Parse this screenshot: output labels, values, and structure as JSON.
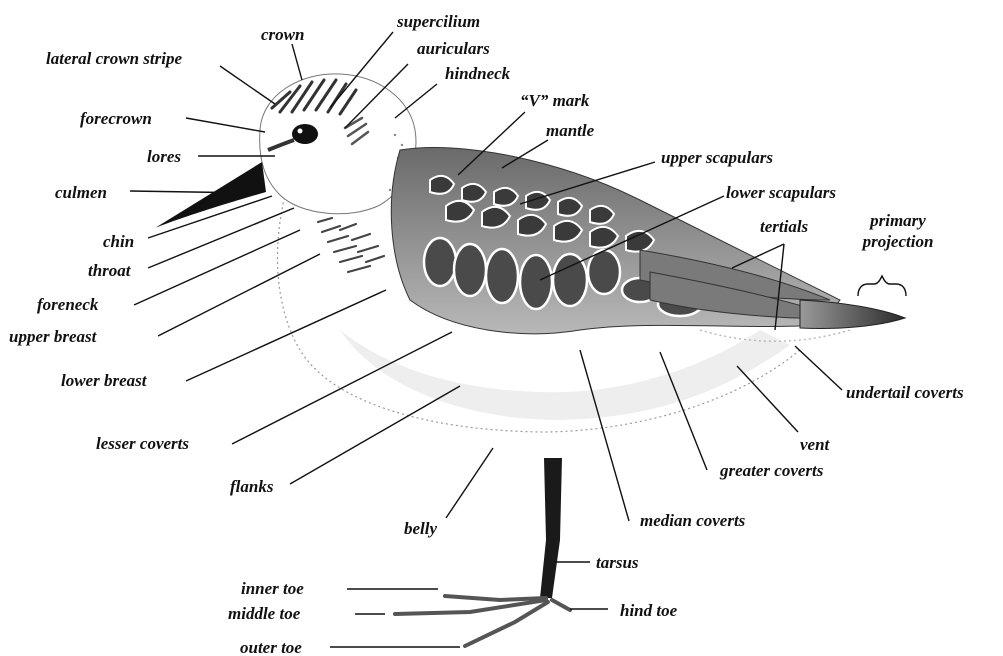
{
  "diagram": {
    "colors": {
      "ink": "#111111",
      "background": "#ffffff"
    },
    "labels": {
      "crown": "crown",
      "supercilium": "supercilium",
      "lateral_crown_stripe": "lateral crown stripe",
      "auriculars": "auriculars",
      "hindneck": "hindneck",
      "forecrown": "forecrown",
      "v_mark": "“V” mark",
      "mantle": "mantle",
      "lores": "lores",
      "upper_scapulars": "upper scapulars",
      "culmen": "culmen",
      "lower_scapulars": "lower scapulars",
      "tertials": "tertials",
      "primary_projection_line1": "primary",
      "primary_projection_line2": "projection",
      "chin": "chin",
      "throat": "throat",
      "foreneck": "foreneck",
      "upper_breast": "upper breast",
      "lower_breast": "lower breast",
      "undertail_coverts": "undertail coverts",
      "lesser_coverts": "lesser coverts",
      "vent": "vent",
      "greater_coverts": "greater coverts",
      "flanks": "flanks",
      "median_coverts": "median coverts",
      "belly": "belly",
      "tarsus": "tarsus",
      "inner_toe": "inner toe",
      "middle_toe": "middle toe",
      "hind_toe": "hind toe",
      "outer_toe": "outer toe"
    }
  }
}
